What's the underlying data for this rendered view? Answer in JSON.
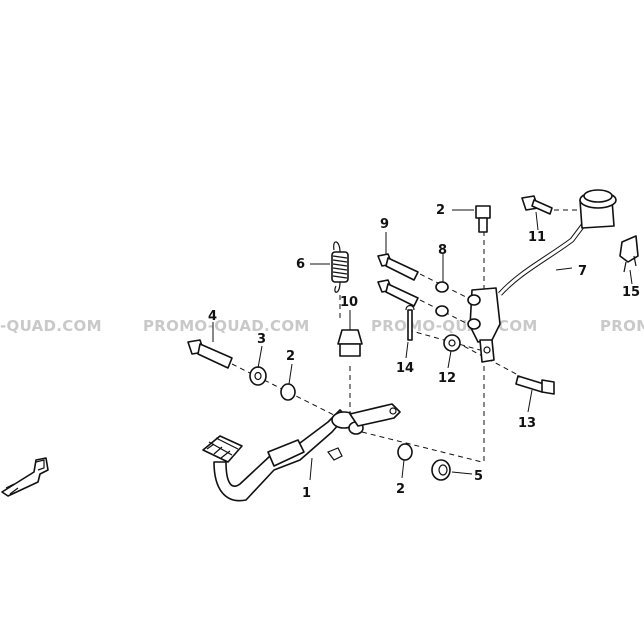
{
  "watermark": {
    "texts": [
      "-QUAD.COM",
      "PROMO-QUAD.COM",
      "PROMO-QUAD.COM",
      "PROMO-"
    ]
  },
  "callouts": {
    "c1": "1",
    "c2a": "2",
    "c2b": "2",
    "c2c": "2",
    "c3": "3",
    "c4": "4",
    "c5": "5",
    "c6": "6",
    "c7": "7",
    "c8": "8",
    "c9": "9",
    "c10": "10",
    "c11": "11",
    "c12": "12",
    "c13": "13",
    "c14": "14",
    "c15": "15"
  },
  "icons": {
    "direction_arrow": "front-direction-arrow-icon"
  }
}
